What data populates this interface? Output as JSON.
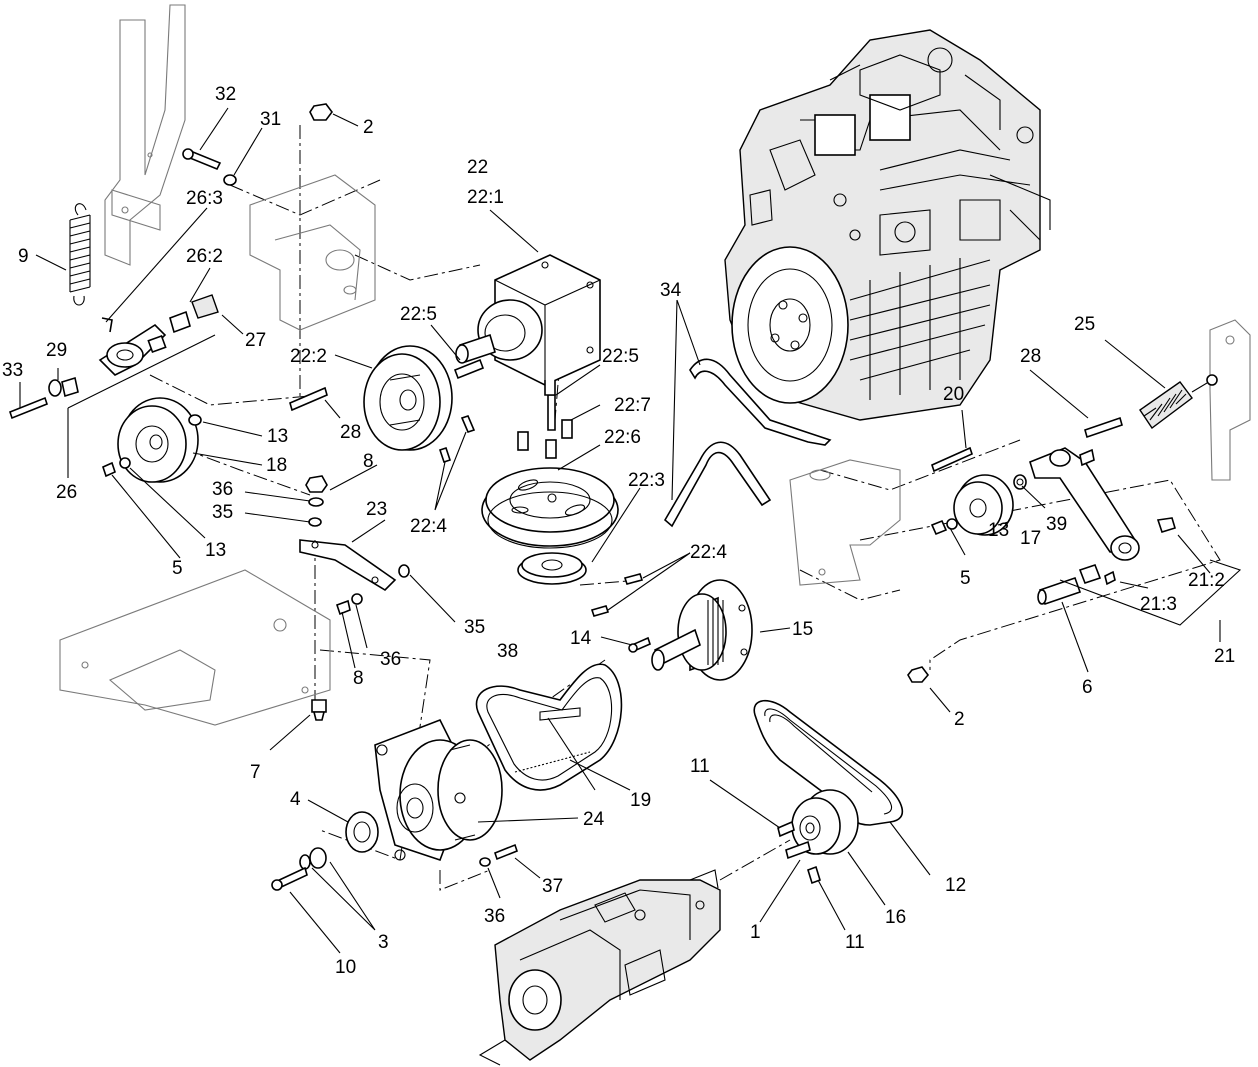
{
  "callouts": {
    "c1": "1",
    "c2a": "2",
    "c2b": "2",
    "c3": "3",
    "c4": "4",
    "c5a": "5",
    "c5b": "5",
    "c6": "6",
    "c7": "7",
    "c8a": "8",
    "c8b": "8",
    "c9": "9",
    "c10": "10",
    "c11a": "11",
    "c11b": "11",
    "c12": "12",
    "c13a": "13",
    "c13b": "13",
    "c13c": "13",
    "c14": "14",
    "c15": "15",
    "c16": "16",
    "c17": "17",
    "c18": "18",
    "c19": "19",
    "c20": "20",
    "c21": "21",
    "c21_2": "21:2",
    "c21_3": "21:3",
    "c22": "22",
    "c22_1": "22:1",
    "c22_2": "22:2",
    "c22_3": "22:3",
    "c22_4a": "22:4",
    "c22_4b": "22:4",
    "c22_5a": "22:5",
    "c22_5b": "22:5",
    "c22_6": "22:6",
    "c22_7": "22:7",
    "c23": "23",
    "c24": "24",
    "c25": "25",
    "c26": "26",
    "c26_2": "26:2",
    "c26_3": "26:3",
    "c27": "27",
    "c28a": "28",
    "c28b": "28",
    "c29": "29",
    "c31": "31",
    "c32": "32",
    "c33": "33",
    "c34": "34",
    "c35a": "35",
    "c35b": "35",
    "c36a": "36",
    "c36b": "36",
    "c36c": "36",
    "c37": "37",
    "c38": "38",
    "c39": "39"
  },
  "icons": {
    "engine": "engine-icon",
    "gearbox": "gearbox-icon",
    "hydro_pump": "hydrostatic-pump-icon",
    "clutch": "electric-clutch-icon",
    "spring": "extension-spring-icon",
    "pulley": "pulley-icon",
    "belt": "belt-icon"
  }
}
